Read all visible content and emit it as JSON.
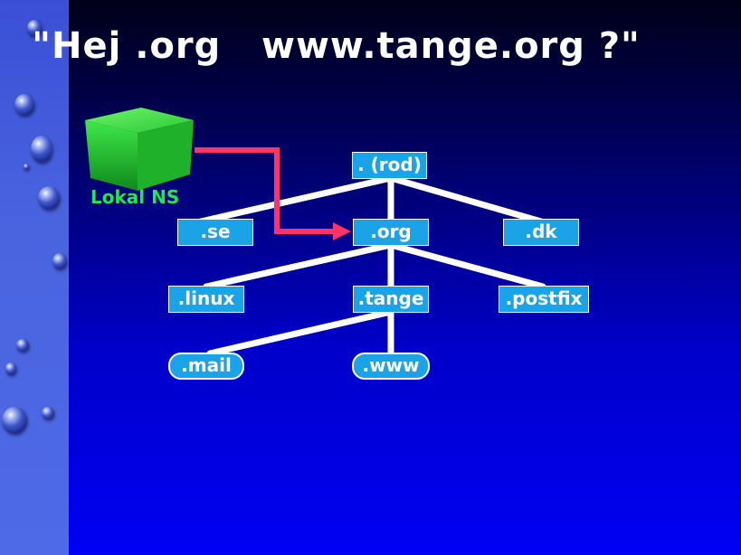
{
  "title": "\"Hej .org   www.tange.org ?\"",
  "local_ns": {
    "label": "Lokal NS",
    "icon": "green-cube-icon",
    "color": "#22e84a"
  },
  "tree": {
    "root": ". (rod)",
    "tld": [
      ".se",
      ".org",
      ".dk"
    ],
    "second": [
      ".linux",
      ".tange",
      ".postfix"
    ],
    "third": [
      ".mail",
      ".www"
    ]
  },
  "colors": {
    "node_fill": "#1aa3e6",
    "edge": "#ffffff",
    "query_arrow": "#ff3366",
    "background_top": "#000018",
    "background_bottom": "#0000f4"
  }
}
